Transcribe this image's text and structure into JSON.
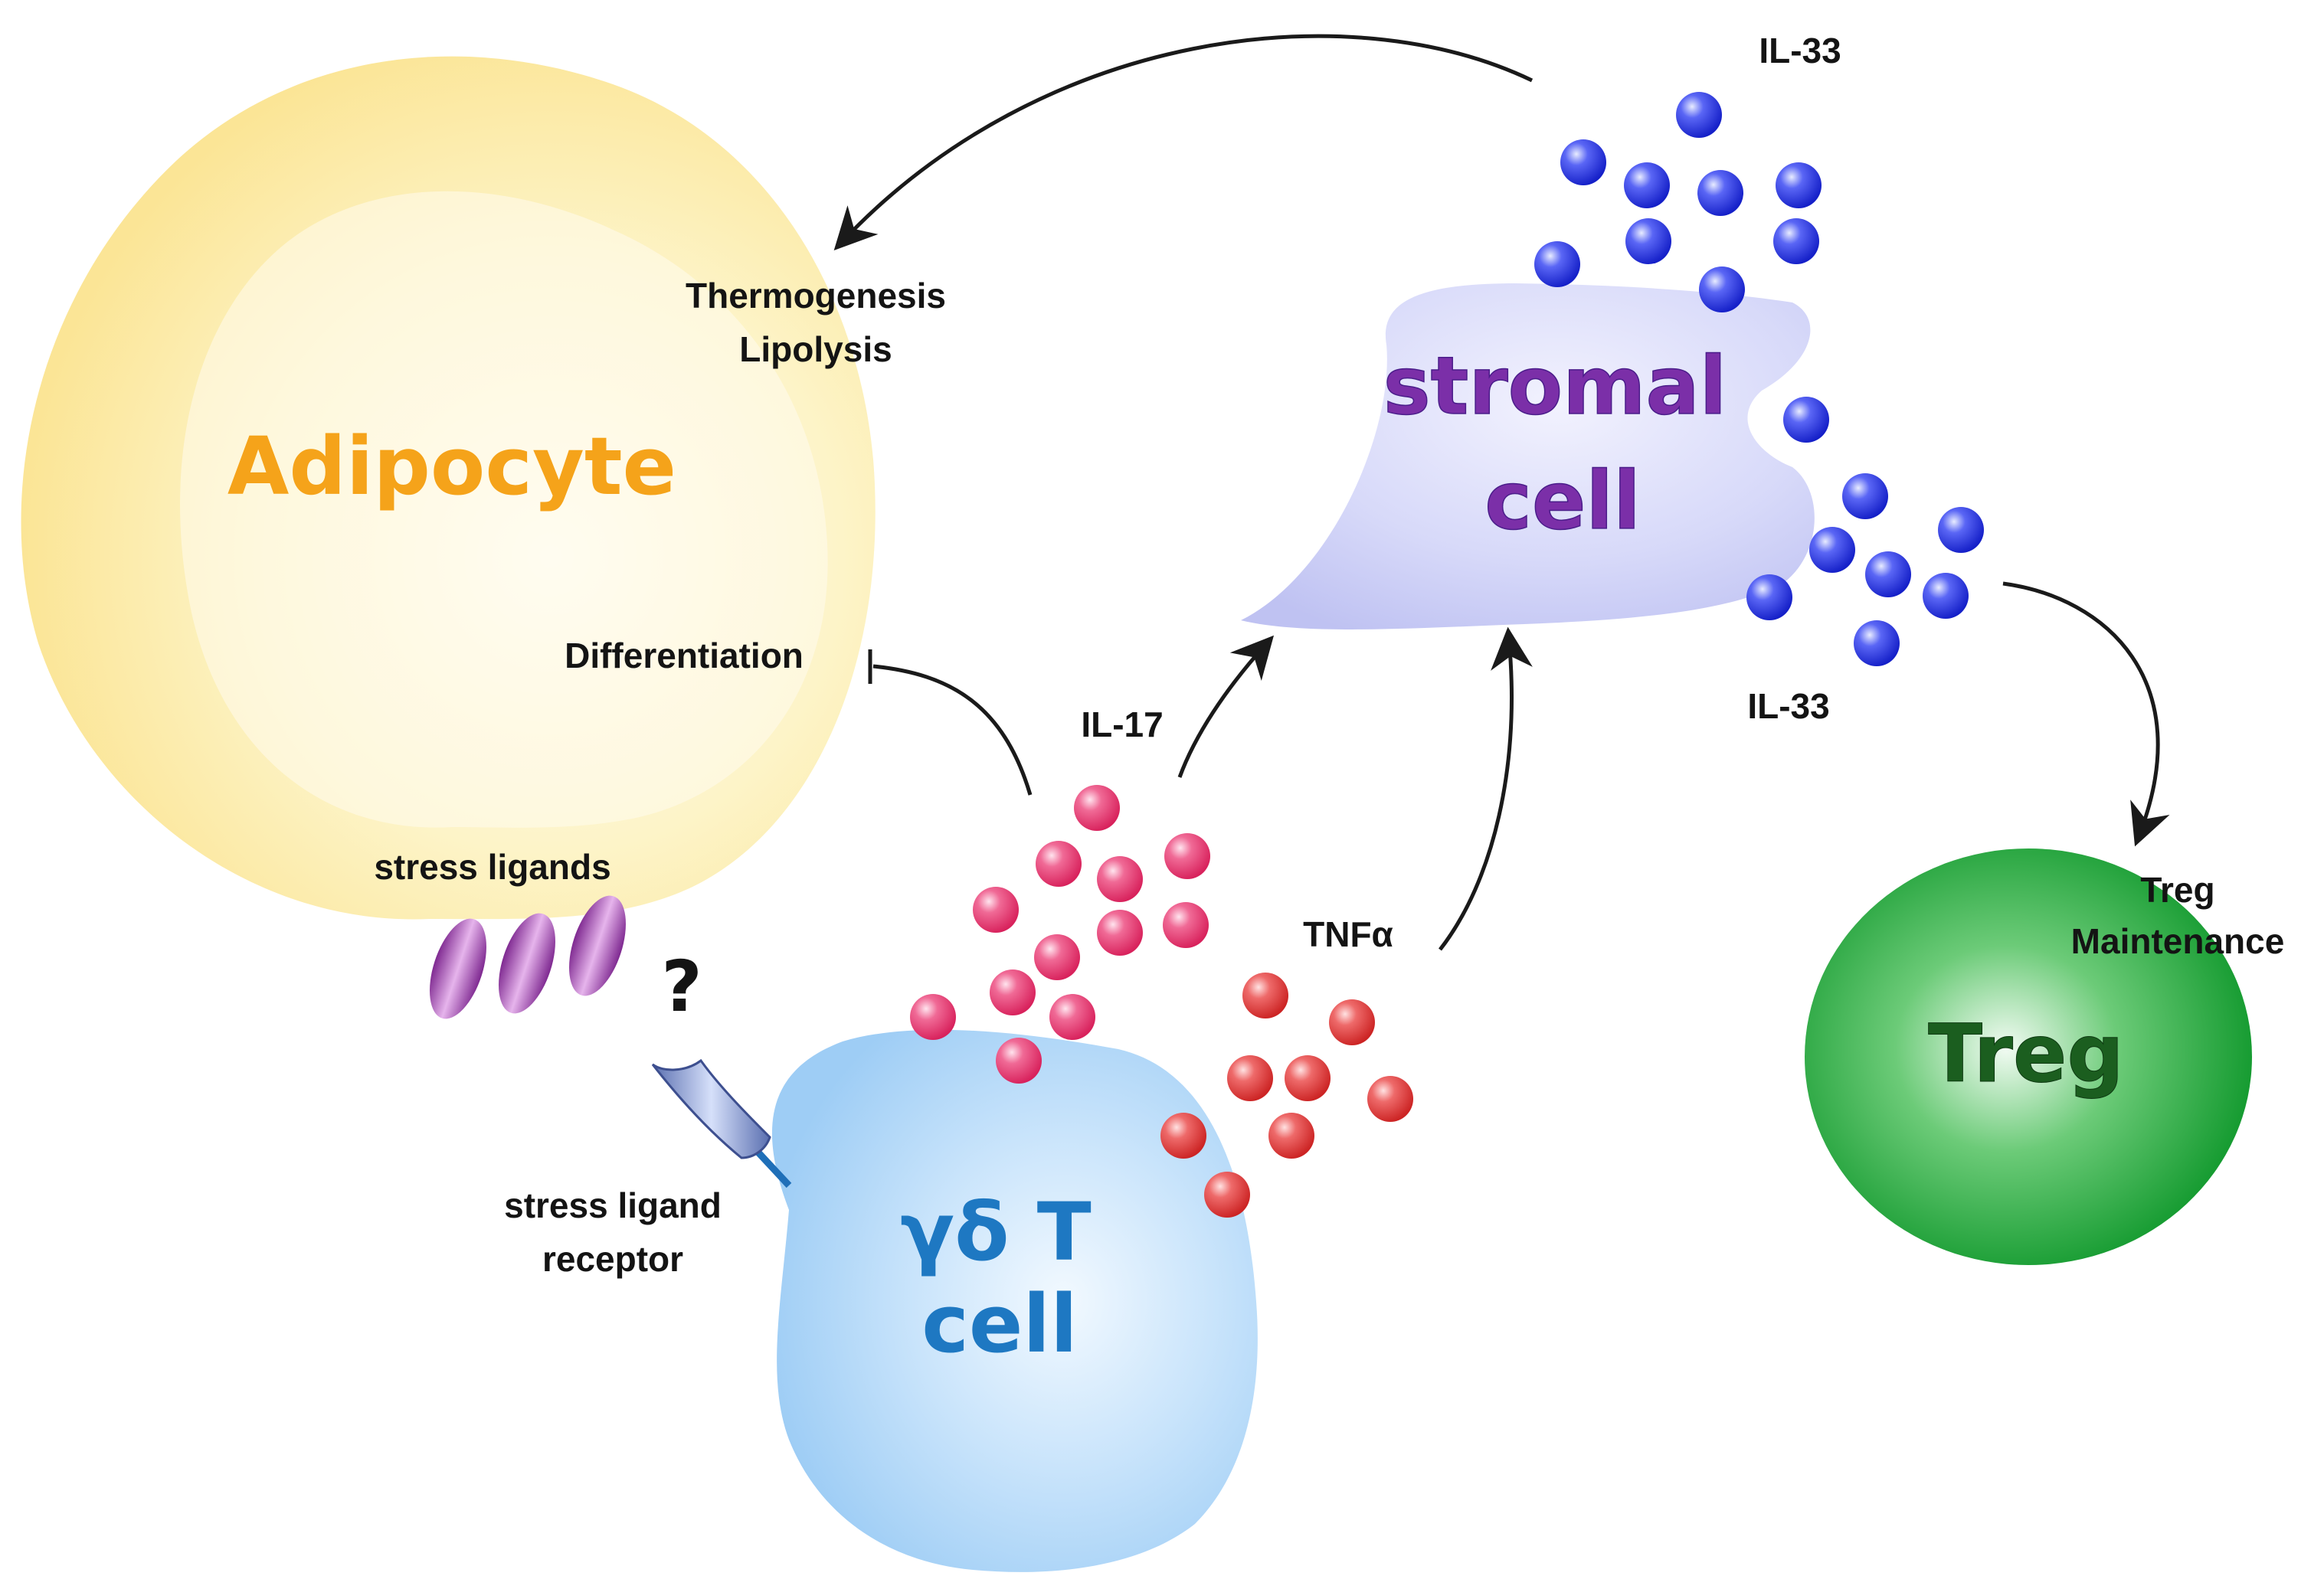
{
  "cells": {
    "adipocyte": "Adipocyte",
    "stromal_line1": "stromal",
    "stromal_line2": "cell",
    "gdt_line1": "γδ T",
    "gdt_line2": "cell",
    "treg": "Treg"
  },
  "labels": {
    "il33_top": "IL-33",
    "il33_right": "IL-33",
    "il17": "IL-17",
    "tnfa": "TNFα",
    "thermogenesis": "Thermogenesis",
    "lipolysis": "Lipolysis",
    "differentiation": "Differentiation",
    "stress_ligands": "stress ligands",
    "question": "?",
    "receptor_line1": "stress ligand",
    "receptor_line2": "receptor",
    "treg_maint_line1": "Treg",
    "treg_maint_line2": "Maintenance"
  },
  "icons": {
    "il33": "blue-sphere",
    "il17": "pink-sphere",
    "tnfa": "red-sphere",
    "stress_ligand": "purple-ellipse",
    "receptor": "funnel-receptor"
  },
  "colors": {
    "adipocyte_text": "#F5A31A",
    "stromal_text": "#7B2FA8",
    "gdt_text": "#1E78C2",
    "treg_text": "#1B5E1F",
    "adipocyte_fill": "#FCE9A3",
    "stromal_fill": "#C9CCF5",
    "gdt_fill": "#A9D3F7",
    "treg_fill": "#22A33A",
    "il33": "#1F2BE0",
    "il17": "#E8306A",
    "tnfa": "#E03535",
    "ligand": "#9A3FA6",
    "arrow": "#1A1A1A"
  }
}
